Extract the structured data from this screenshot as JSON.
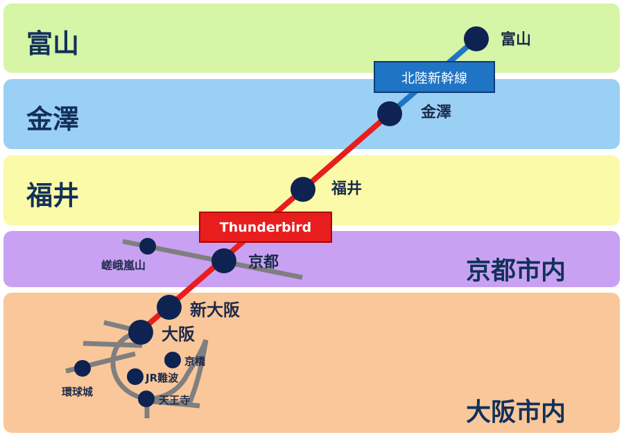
{
  "colors": {
    "toyama_band": "#d6f5a6",
    "kanazawa_band": "#9bd0f5",
    "fukui_band": "#fafaa8",
    "kyoto_band": "#c9a1f3",
    "osaka_band": "#f9c79a",
    "station_dot": "#0f2352",
    "shinkansen_line": "#1f74c4",
    "thunderbird_line": "#e81e1e",
    "local_line": "#7f7f7f",
    "label_text": "#12305a"
  },
  "regions": {
    "toyama": "富山",
    "kanazawa": "金澤",
    "fukui": "福井",
    "kyoto_city": "京都市内",
    "osaka_city": "大阪市内"
  },
  "lines": {
    "shinkansen": "北陸新幹線",
    "thunderbird": "Thunderbird"
  },
  "stations": {
    "toyama": "富山",
    "kanazawa": "金澤",
    "fukui": "福井",
    "kyoto": "京都",
    "arashiyama": "嵯峨嵐山",
    "shin_osaka": "新大阪",
    "osaka": "大阪",
    "kyobashi": "京橋",
    "jr_namba": "JR難波",
    "tennoji": "天王寺",
    "kankyujo": "環球城"
  }
}
